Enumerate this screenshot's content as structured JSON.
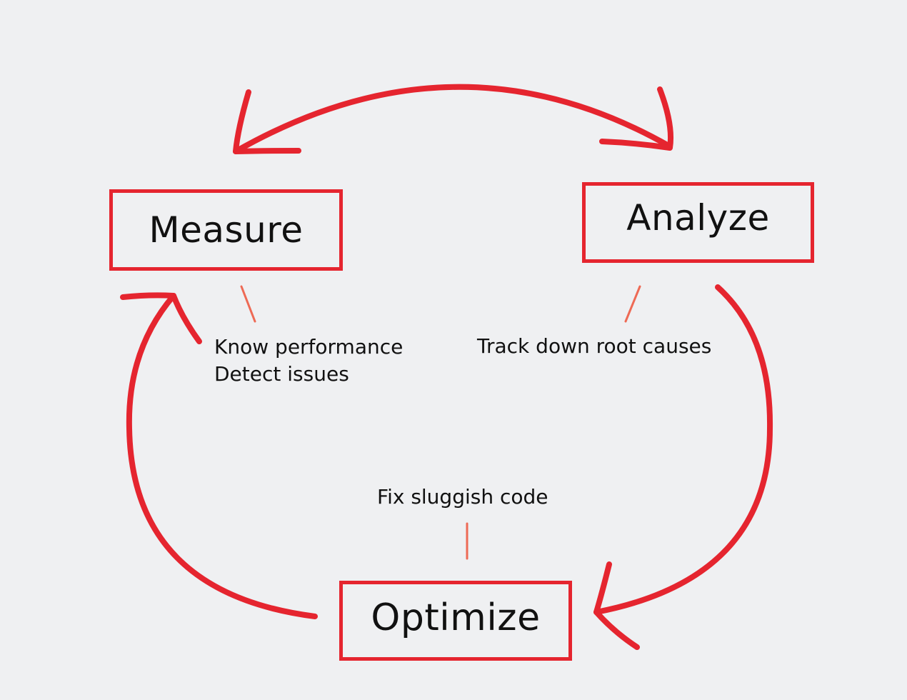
{
  "diagram": {
    "nodes": {
      "measure": {
        "label": "Measure"
      },
      "analyze": {
        "label": "Analyze"
      },
      "optimize": {
        "label": "Optimize"
      }
    },
    "notes": {
      "measure": [
        "Know performance",
        "Detect issues"
      ],
      "analyze": [
        "Track down root causes"
      ],
      "optimize": [
        "Fix sluggish code"
      ]
    },
    "colors": {
      "background": "#EFF0F2",
      "arrow": "#E5252F",
      "box_border": "#E5252F",
      "connector": "#EE6A55",
      "text": "#111111"
    }
  }
}
